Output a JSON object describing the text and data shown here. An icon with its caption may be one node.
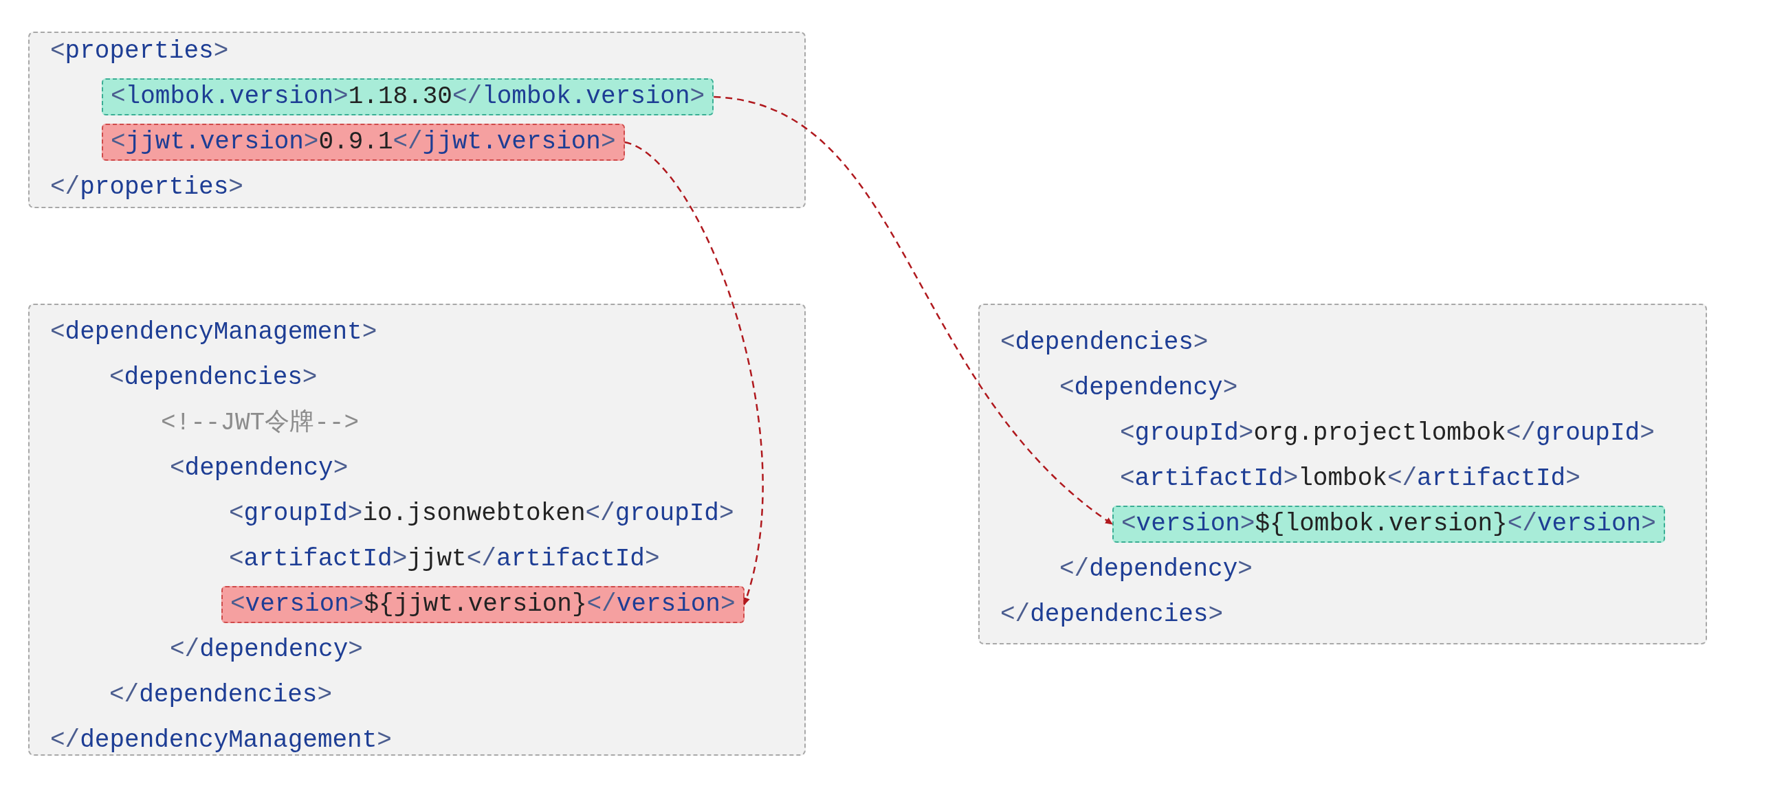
{
  "diagram": {
    "nodes": [
      {
        "text": [
          "<properties>",
          "</properties>"
        ]
      },
      {
        "text": [
          "<lombok.version>1.18.30</lombok.version>"
        ],
        "in": 0
      },
      {
        "text": [
          "<jjwt.version>0.9.1</jjwt.version>"
        ],
        "in": 0
      },
      {
        "text": [
          "<dependencyManagement>",
          "<dependencies>",
          "<!--JWT令牌-->",
          "<dependency>",
          "<groupId>io.jsonwebtoken</groupId>",
          "<artifactId>jjwt</artifactId>",
          "</dependency>",
          "</dependencies>",
          "</dependencyManagement>"
        ]
      },
      {
        "text": [
          "<version>${jjwt.version}</version>"
        ],
        "in": 3
      },
      {
        "text": [
          "<dependencies>",
          "<dependency>",
          "<groupId>org.projectlombok</groupId>",
          "<artifactId>lombok</artifactId>",
          "</dependency>",
          "</dependencies>"
        ]
      },
      {
        "text": [
          "<version>${lombok.version}</version>"
        ],
        "in": 5
      }
    ],
    "edges": [
      {
        "from": 1,
        "to": 6,
        "arrow": "to",
        "style": "dashed"
      },
      {
        "from": 2,
        "to": 4,
        "arrow": "to",
        "style": "dashed"
      }
    ]
  }
}
